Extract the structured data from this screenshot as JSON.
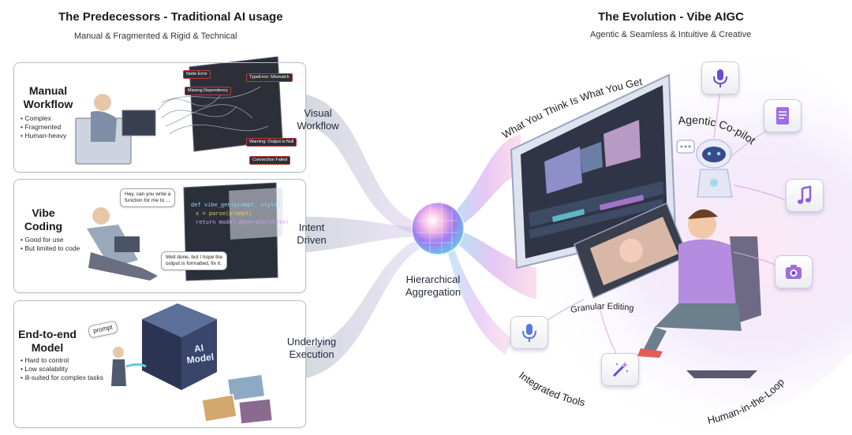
{
  "left": {
    "title": "The Predecessors - Traditional AI usage",
    "subtitle": "Manual & Fragmented & Rigid & Technical",
    "panels": [
      {
        "title": "Manual\nWorkflow",
        "bullets": [
          "Complex",
          "Fragmented",
          "Human-heavy"
        ],
        "flow_label": "Visual\nWorkflow",
        "errors": [
          "Node Error",
          "TypeError: Mismatch",
          "Missing Dependency",
          "Warning: Output is Null",
          "Connection Failed"
        ]
      },
      {
        "title": "Vibe\nCoding",
        "bullets": [
          "Good for use",
          "But limited to code"
        ],
        "flow_label": "Intent\nDriven",
        "bubble_top": "Hey, can you write a\nfunction for me to ...",
        "bubble_bottom": "Well done, but I hope the\noutput is formatted, fix it."
      },
      {
        "title": "End-to-end\nModel",
        "bullets": [
          "Hard to control",
          "Low scalability",
          "ill-suited for complex tasks"
        ],
        "flow_label": "Underlying\nExecution",
        "prompt_label": "prompt",
        "cube_label": "AI\nModel"
      }
    ]
  },
  "center": {
    "label": "Hierarchical\nAggregation"
  },
  "right": {
    "title": "The Evolution - Vibe AIGC",
    "subtitle": "Agentic & Seamless & Intuitive & Creative",
    "labels": {
      "wytiwyg": "What You Think Is What You Get",
      "copilot": "Agentic Co-pilot",
      "granular": "Granular Editing",
      "tools": "Integrated Tools",
      "hitl": "Human-in-the-Loop"
    }
  },
  "icons": [
    "microphone-icon",
    "document-icon",
    "music-icon",
    "camera-icon",
    "audio-icon",
    "magic-wand-icon"
  ],
  "colors": {
    "panel_bg": "#e7ebf1",
    "error_red": "#c23a3a",
    "purple": "#a66ad8",
    "pink": "#f0a3c8",
    "cyan": "#6fd6e8",
    "code_bg": "#2a2f3a"
  }
}
